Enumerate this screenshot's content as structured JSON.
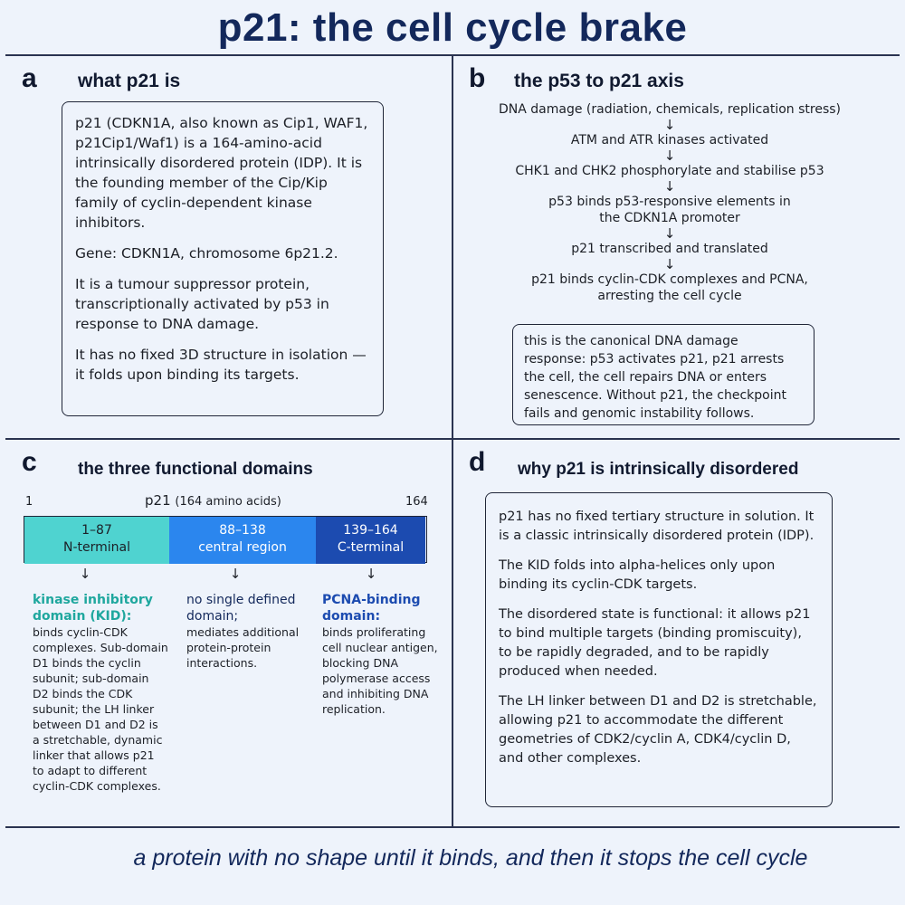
{
  "title": "p21: the cell cycle brake",
  "panel_a": {
    "letter": "a",
    "heading": "what p21 is",
    "paragraphs": [
      "p21 (CDKN1A, also known as Cip1, WAF1, p21Cip1/Waf1) is a 164-amino-acid intrinsically disordered protein (IDP). It is the founding member of the Cip/Kip family of cyclin-dependent kinase inhibitors.",
      "Gene: CDKN1A, chromosome 6p21.2.",
      "It is a tumour suppressor protein, transcriptionally activated by p53 in response to DNA damage.",
      "It has no fixed 3D structure in isolation — it folds upon binding its targets."
    ]
  },
  "panel_b": {
    "letter": "b",
    "heading": "the p53 to p21 axis",
    "steps": [
      "DNA damage (radiation, chemicals, replication stress)",
      "ATM and ATR kinases activated",
      "CHK1 and CHK2 phosphorylate and stabilise p53",
      "p53 binds p53-responsive elements in the CDKN1A promoter",
      "p21 transcribed and translated",
      "p21 binds cyclin-CDK complexes and PCNA, arresting the cell cycle"
    ],
    "summary": "this is the canonical DNA damage response: p53 activates p21, p21 arrests the cell, the cell repairs DNA or enters senescence. Without p21, the checkpoint fails and genomic instability follows."
  },
  "panel_c": {
    "letter": "c",
    "heading": "the three functional domains",
    "start": "1",
    "end": "164",
    "bar_label": "p21",
    "bar_sublabel": "(164 amino acids)",
    "segments": [
      {
        "range": "1–87",
        "name": "N-terminal",
        "color": "#4fd3d0",
        "start": 1,
        "end": 87
      },
      {
        "range": "88–138",
        "name": "central region",
        "color": "#2b86ee",
        "start": 88,
        "end": 138
      },
      {
        "range": "139–164",
        "name": "C-terminal",
        "color": "#1c4bb0",
        "start": 139,
        "end": 164
      }
    ],
    "domains": [
      {
        "head": "kinase inhibitory domain (KID):",
        "head_color": "#1fa79e",
        "text": "binds cyclin-CDK complexes. Sub-domain D1 binds the cyclin subunit; sub-domain D2 binds the CDK subunit; the LH linker between D1 and D2 is a stretchable, dynamic linker that allows p21 to adapt to different cyclin-CDK complexes."
      },
      {
        "head": "no single defined domain;",
        "head_color": "#13285b",
        "text": "mediates additional protein-protein interactions."
      },
      {
        "head": "PCNA-binding domain:",
        "head_color": "#1c4bb0",
        "text": "binds proliferating cell nuclear antigen, blocking DNA polymerase access and inhibiting DNA replication."
      }
    ]
  },
  "panel_d": {
    "letter": "d",
    "heading": "why p21 is intrinsically disordered",
    "paragraphs": [
      "p21 has no fixed tertiary structure in solution. It is a classic intrinsically disordered protein (IDP).",
      "The KID folds into alpha-helices only upon binding its cyclin-CDK targets.",
      "The disordered state is functional: it allows p21 to bind multiple targets (binding promiscuity), to be rapidly degraded, and to be rapidly produced when needed.",
      "The LH linker between D1 and D2 is stretchable, allowing p21 to accommodate the different geometries of CDK2/cyclin A, CDK4/cyclin D, and other complexes."
    ]
  },
  "tagline": "a protein with no shape until it binds, and then it stops the cell cycle"
}
